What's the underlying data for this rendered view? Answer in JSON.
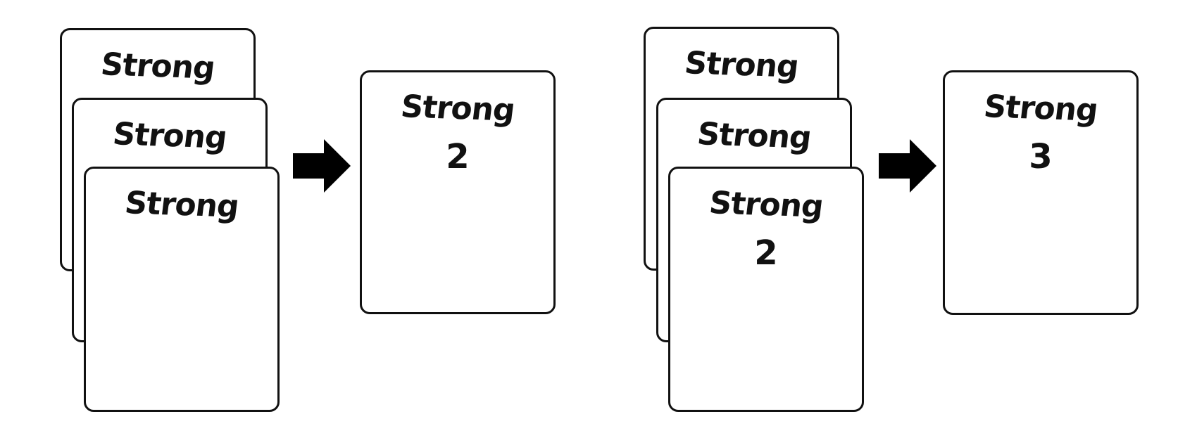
{
  "groups": [
    {
      "stack": [
        {
          "word": "Strong",
          "number": ""
        },
        {
          "word": "Strong",
          "number": ""
        },
        {
          "word": "Strong",
          "number": ""
        }
      ],
      "result": {
        "word": "Strong",
        "number": "2"
      }
    },
    {
      "stack": [
        {
          "word": "Strong",
          "number": ""
        },
        {
          "word": "Strong",
          "number": ""
        },
        {
          "word": "Strong",
          "number": "2"
        }
      ],
      "result": {
        "word": "Strong",
        "number": "3"
      }
    }
  ]
}
